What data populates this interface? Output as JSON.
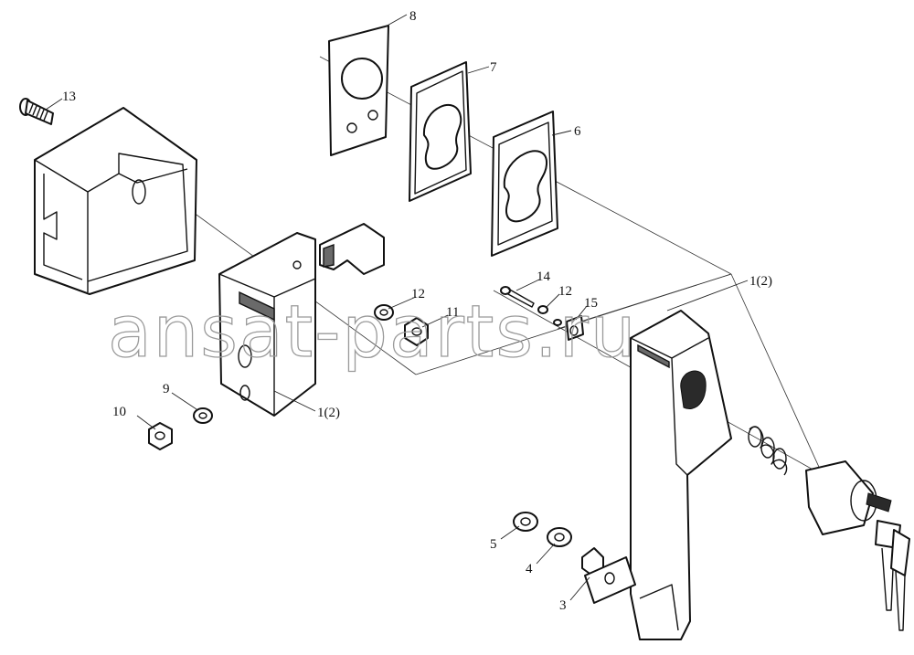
{
  "watermark": "ansat-parts.ru",
  "callouts": {
    "p8": "8",
    "p7": "7",
    "p6": "6",
    "p13": "13",
    "p1_right": "1(2)",
    "p14": "14",
    "p12_a": "12",
    "p12_b": "12",
    "p15": "15",
    "p11": "11",
    "p9": "9",
    "p10": "10",
    "p1_left": "1(2)",
    "p5": "5",
    "p4": "4",
    "p3": "3"
  }
}
